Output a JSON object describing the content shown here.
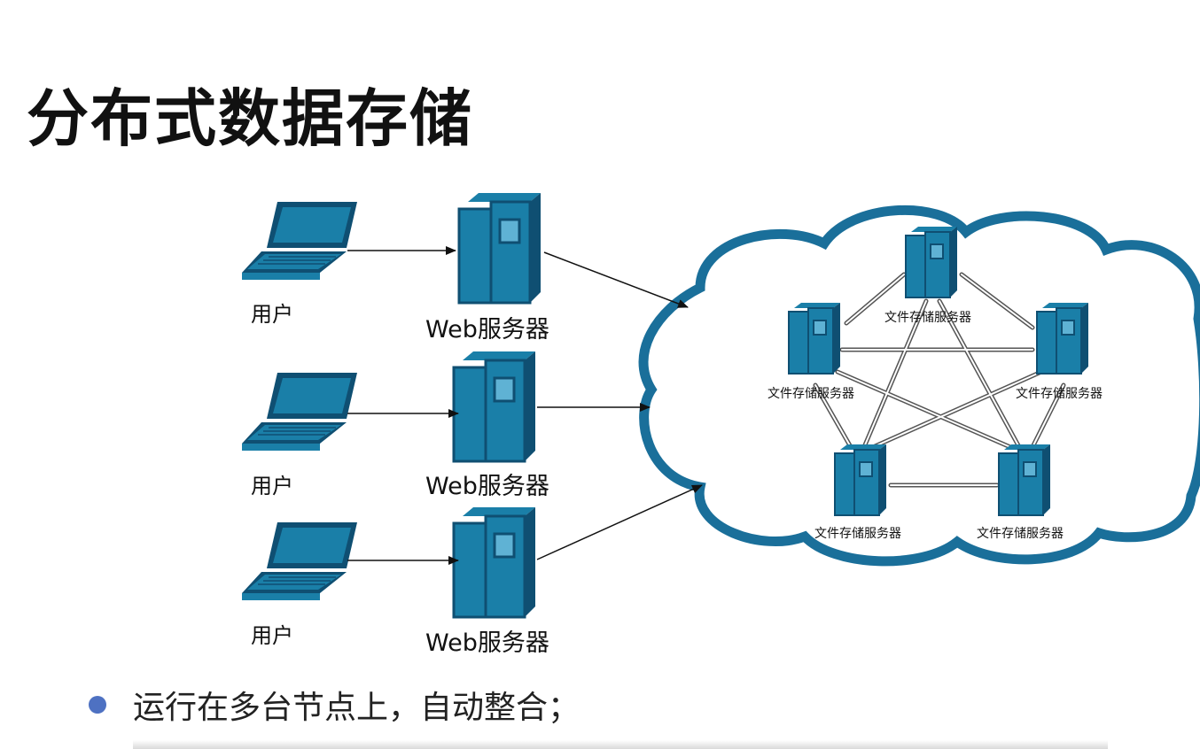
{
  "title": "分布式数据存储",
  "users": [
    {
      "label": "用户"
    },
    {
      "label": "用户"
    },
    {
      "label": "用户"
    }
  ],
  "web_servers": [
    {
      "label": "Web服务器"
    },
    {
      "label": "Web服务器"
    },
    {
      "label": "Web服务器"
    }
  ],
  "storage_nodes": [
    {
      "label": "文件存储服务器"
    },
    {
      "label": "文件存储服务器"
    },
    {
      "label": "文件存储服务器"
    },
    {
      "label": "文件存储服务器"
    },
    {
      "label": "文件存储服务器"
    }
  ],
  "bullets": [
    {
      "text": "运行在多台节点上，自动整合；"
    }
  ],
  "colors": {
    "device_blue": "#1a7fa8",
    "device_dark": "#0f4f72",
    "cloud_stroke": "#1a6f9a",
    "bullet": "#4e71c2"
  }
}
